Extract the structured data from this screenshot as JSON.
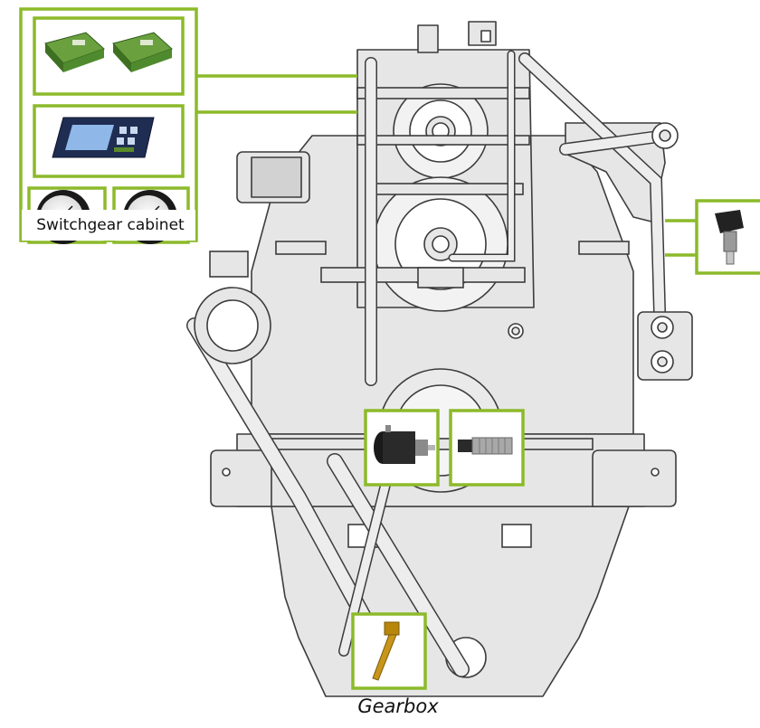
{
  "diagram": {
    "cabinet_label": "Switchgear cabinet",
    "gearbox_label": "Gearbox",
    "colors": {
      "frame": "#8cba2a",
      "housing_fill": "#e6e6e6",
      "housing_stroke": "#3c3c3c",
      "display_panel": "#1f2d52",
      "module_green": "#4f8b2e",
      "sensor_brass": "#b8860b"
    },
    "components": [
      {
        "name": "signal-converter-modules",
        "icon": "converter-module-icon"
      },
      {
        "name": "control-display-unit",
        "icon": "display-panel-icon"
      },
      {
        "name": "rpm-gauge-left",
        "icon": "gauge-icon"
      },
      {
        "name": "rpm-gauge-right",
        "icon": "gauge-icon"
      },
      {
        "name": "pressure-transmitter",
        "icon": "pressure-sensor-icon"
      },
      {
        "name": "speed-sensor-large",
        "icon": "speed-sensor-icon"
      },
      {
        "name": "speed-sensor-small",
        "icon": "proximity-sensor-icon"
      },
      {
        "name": "temperature-sensor",
        "icon": "thermometer-sensor-icon"
      }
    ]
  }
}
